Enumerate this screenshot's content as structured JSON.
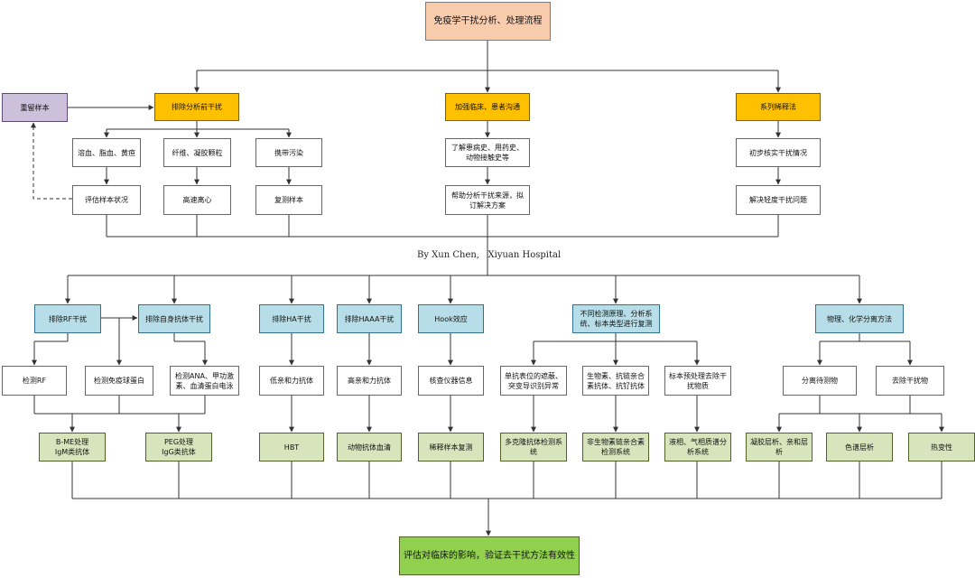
{
  "diagram": {
    "title": "免疫学干扰分析、处理流程",
    "credit": "By Xun Chen,   Xiyuan Hospital",
    "nodes": {
      "keep_sample": "重留样本",
      "exclude_pre": "排除分析前干扰",
      "strengthen_comm": "加强临床、患者沟通",
      "serial_dilution": "系列稀释法",
      "hemolysis": "溶血、脂血、黄疸",
      "fibrin": "纤维、凝胶颗粒",
      "carry_contam": "携带污染",
      "assess_sample": "评估样本状况",
      "high_speed_cent": "高速离心",
      "retest_sample": "复测样本",
      "know_history": "了解患病史、用药史、动物接触史等",
      "help_analyze": "帮助分析干扰来源，拟订解决方案",
      "initial_check": "初步核实干扰情况",
      "solve_light": "解决轻度干扰问题",
      "exclude_rf": "排除RF干扰",
      "exclude_auto": "排除自身抗体干扰",
      "exclude_hamaa": "排除HA干扰",
      "exclude_haaa": "排除HAAA干扰",
      "hook": "Hook效应",
      "retest_methods": "不同检测原理、分析系统、标本类型进行复测",
      "phys_chem": "物理、化学分离方法",
      "detect_rf": "检测RF",
      "detect_ig": "检测免疫球蛋白",
      "detect_ana": "检测ANA、甲功激素、血清蛋白电泳",
      "low_affinity": "低亲和力抗体",
      "high_affinity": "高亲和力抗体",
      "check_instr": "核查仪器信息",
      "mono_epitope": "单抗表位的遮蔽、突变导识别异常",
      "bio_system": "生物素、抗链亲合素抗体、抗钌抗体",
      "pretreat": "标本预处理去除干扰物质",
      "separate_target": "分离待测物",
      "remove_interf": "去除干扰物",
      "bme": "B-ME处理\nIgM类抗体",
      "peg": "PEG处理\nIgG类抗体",
      "hbt": "HBT",
      "animal_serum": "动物抗体血清",
      "dilute_retest": "稀释样本复测",
      "polyclonal": "多克隆抗体检测系统",
      "non_biotin": "非生物素链亲合素检测系统",
      "lc_ms": "液相、气相质谱分析系统",
      "gel_chrom": "凝胶层析、亲和层析",
      "chromatography": "色谱层析",
      "heat_denature": "热变性",
      "final": "评估对临床的影响，验证去干扰方法有效性"
    }
  },
  "colors": {
    "title": "#f8cbad",
    "orange": "#ffc000",
    "blue": "#b7dee8",
    "green": "#d8e4bc",
    "purple": "#ccc0da",
    "final": "#92d050",
    "line": "#333333"
  }
}
